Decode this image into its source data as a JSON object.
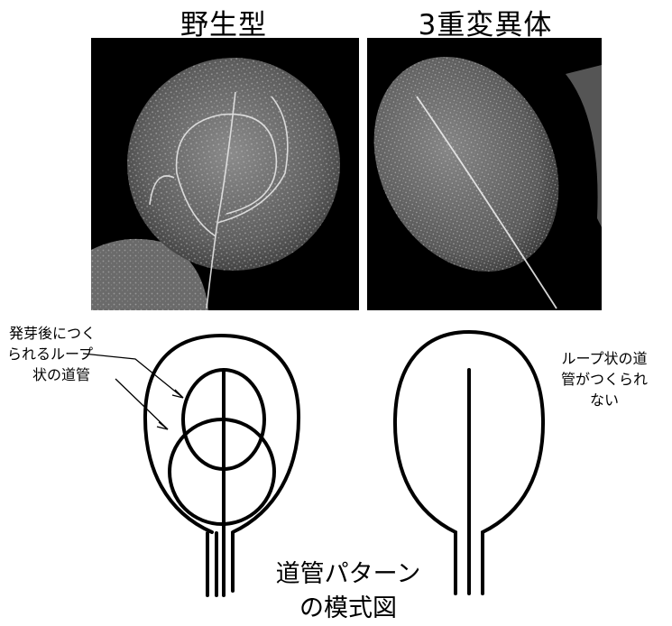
{
  "titles": {
    "wild_type": "野生型",
    "triple_mutant": "3重変異体"
  },
  "annotations": {
    "left_line1": "発芽後につく",
    "left_line2": "られるループ",
    "left_line3": "状の道管",
    "right_line1": "ループ状の道",
    "right_line2": "管がつくられ",
    "right_line3": "ない"
  },
  "caption": {
    "line1": "道管パターン",
    "line2": "の模式図"
  },
  "colors": {
    "photo_background": "#000000",
    "stroke": "#000000"
  }
}
